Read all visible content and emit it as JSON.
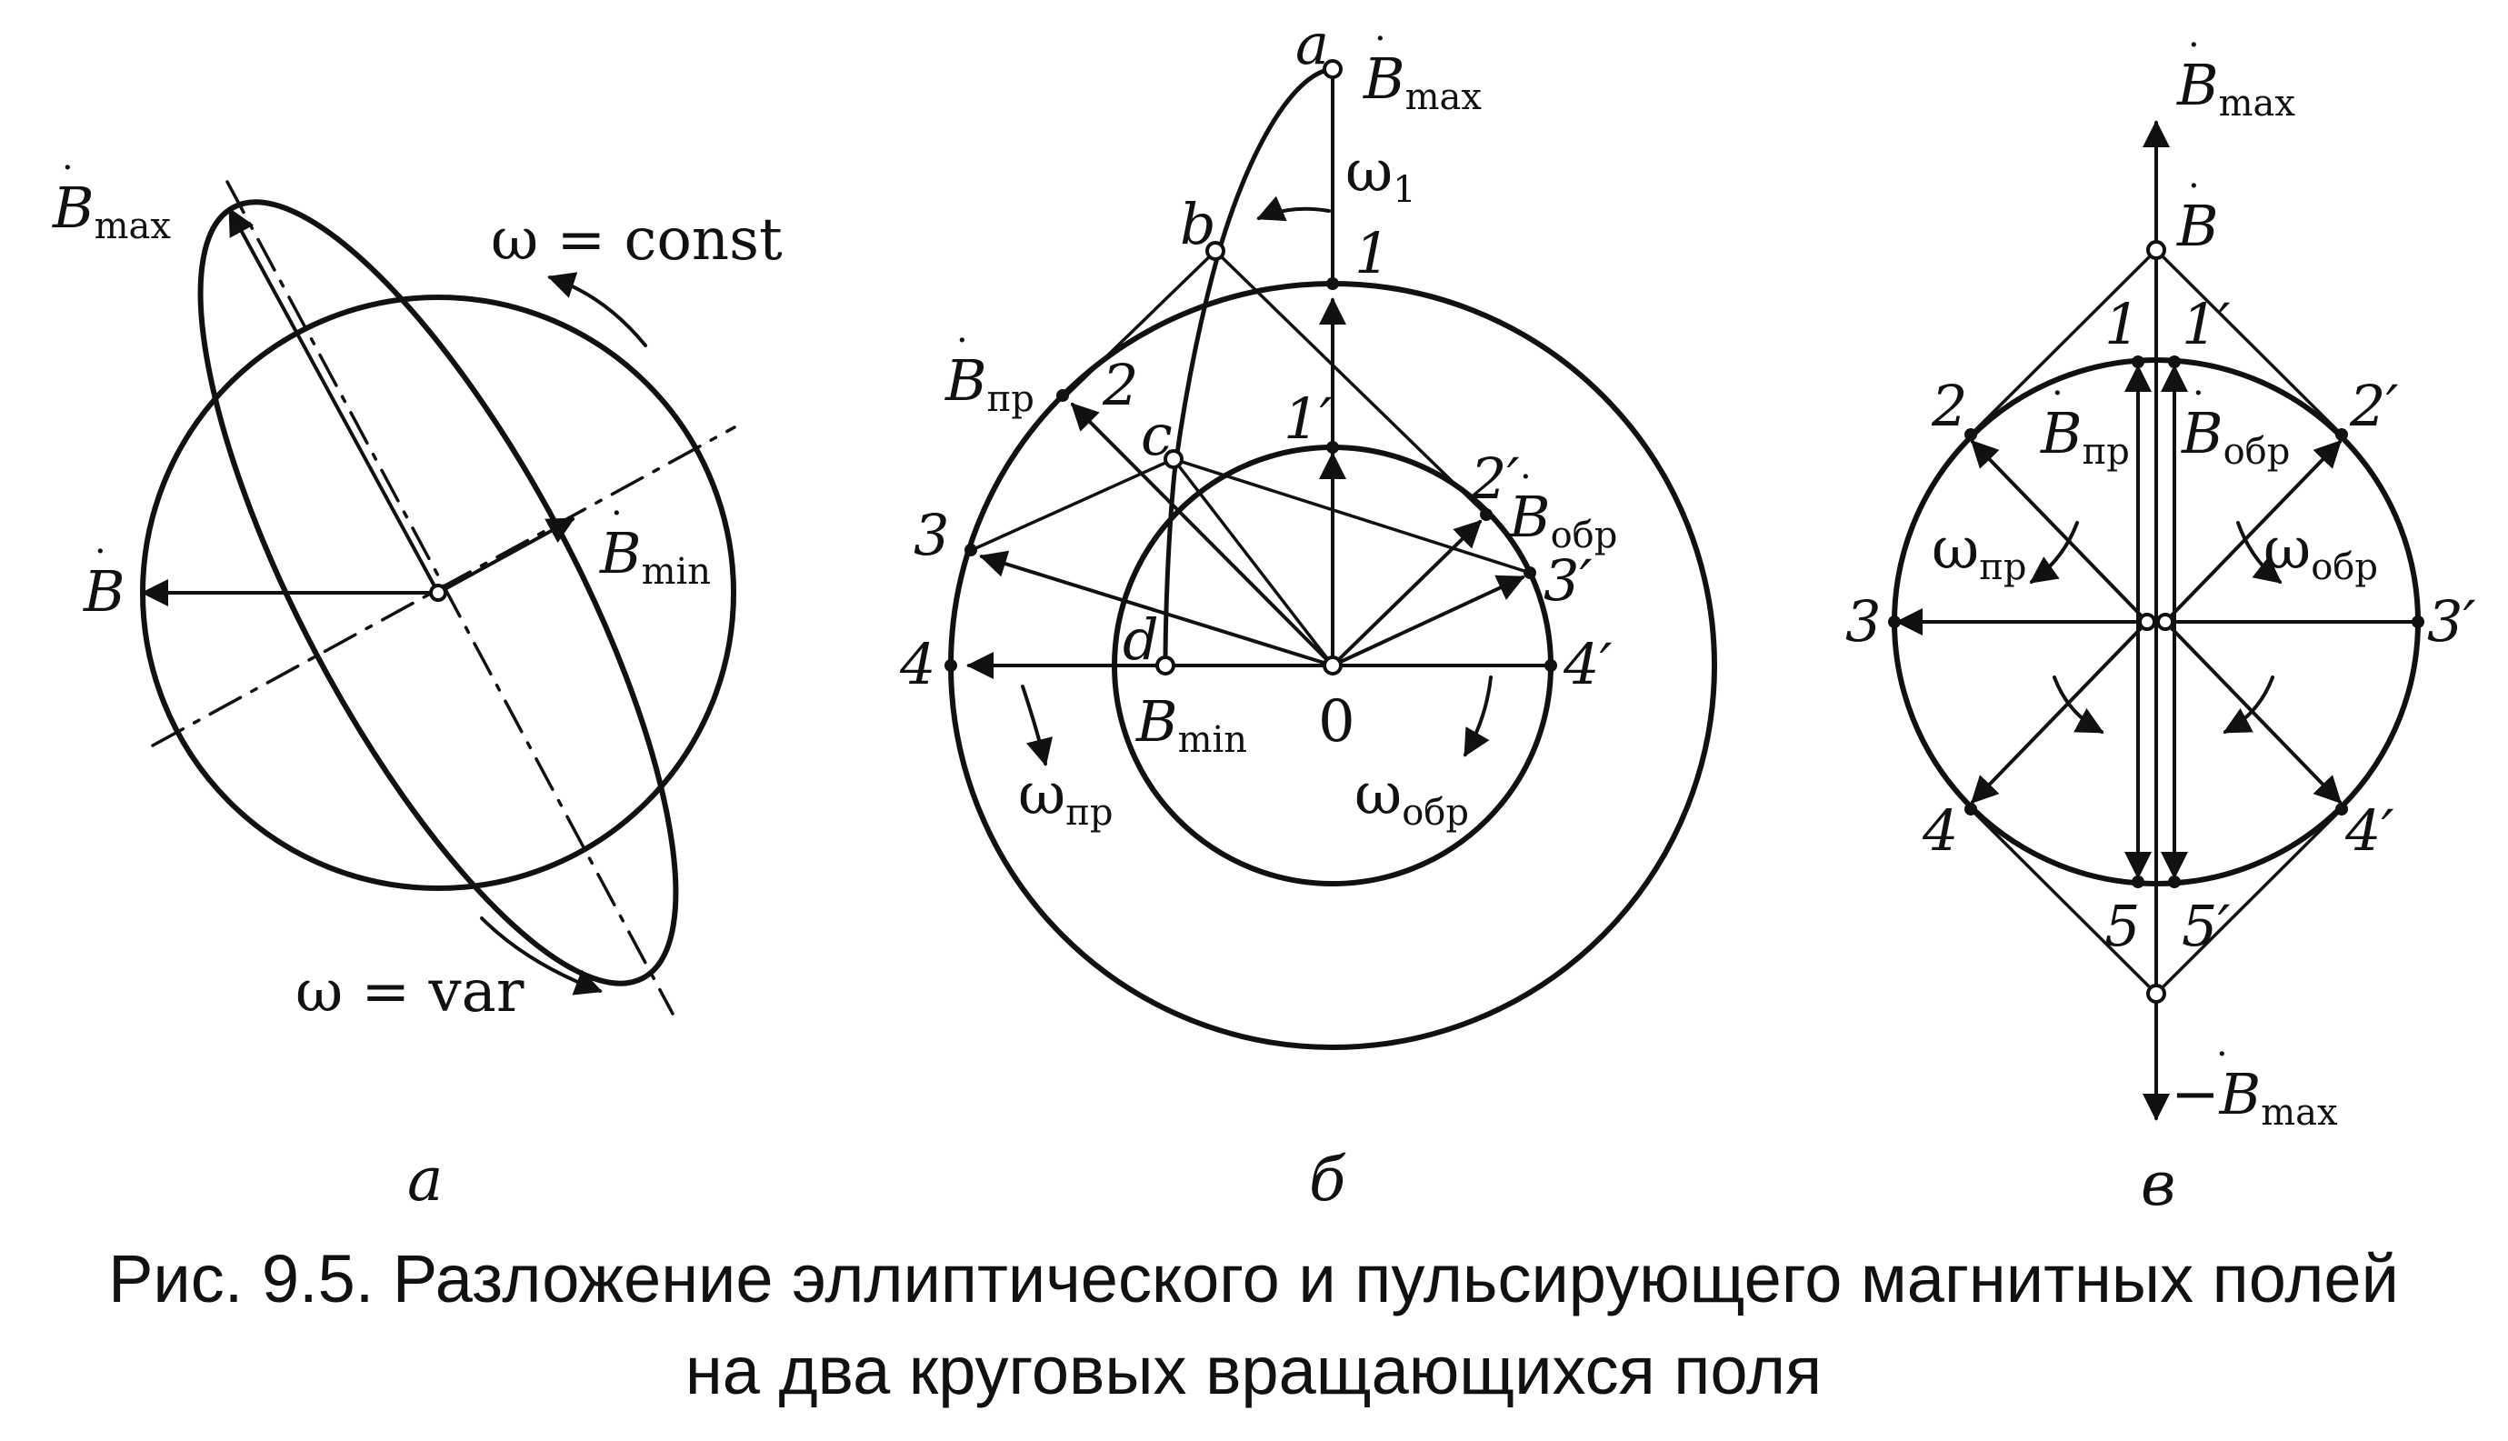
{
  "caption": {
    "line1": "Рис. 9.5. Разложение эллиптического и пульсирующего магнитных полей",
    "line2": "на два круговых вращающихся поля"
  },
  "panel_a": {
    "tag": "а",
    "b_max": "B",
    "b_max_sub": "max",
    "b": "B",
    "b_min": "B",
    "b_min_sub": "min",
    "omega_const": "ω = const",
    "omega_var": "ω = var"
  },
  "panel_b": {
    "tag": "б",
    "a": "a",
    "b": "b",
    "c": "c",
    "d": "d",
    "b_max": "B",
    "b_max_sub": "max",
    "omega1": "ω",
    "omega1_sub": "1",
    "b_pr": "B",
    "b_pr_sub": "пр",
    "b_obr": "B",
    "b_obr_sub": "обр",
    "b_min": "B",
    "b_min_sub": "min",
    "p1": "1",
    "p2": "2",
    "p3": "3",
    "p4": "4",
    "p1p": "1′",
    "p2p": "2′",
    "p3p": "3′",
    "p4p": "4′",
    "zero": "0",
    "omega_pr": "ω",
    "omega_pr_sub": "пр",
    "omega_obr": "ω",
    "omega_obr_sub": "обр"
  },
  "panel_c": {
    "tag": "в",
    "b_max": "B",
    "b_max_sub": "max",
    "b": "B",
    "neg_b_max_sign": "−",
    "neg_b_max": "B",
    "neg_b_max_sub": "max",
    "b_pr": "B",
    "b_pr_sub": "пр",
    "b_obr": "B",
    "b_obr_sub": "обр",
    "omega_pr": "ω",
    "omega_pr_sub": "пр",
    "omega_obr": "ω",
    "omega_obr_sub": "обр",
    "p1": "1",
    "p2": "2",
    "p3": "3",
    "p4": "4",
    "p5": "5",
    "p1p": "1′",
    "p2p": "2′",
    "p3p": "3′",
    "p4p": "4′",
    "p5p": "5′"
  }
}
